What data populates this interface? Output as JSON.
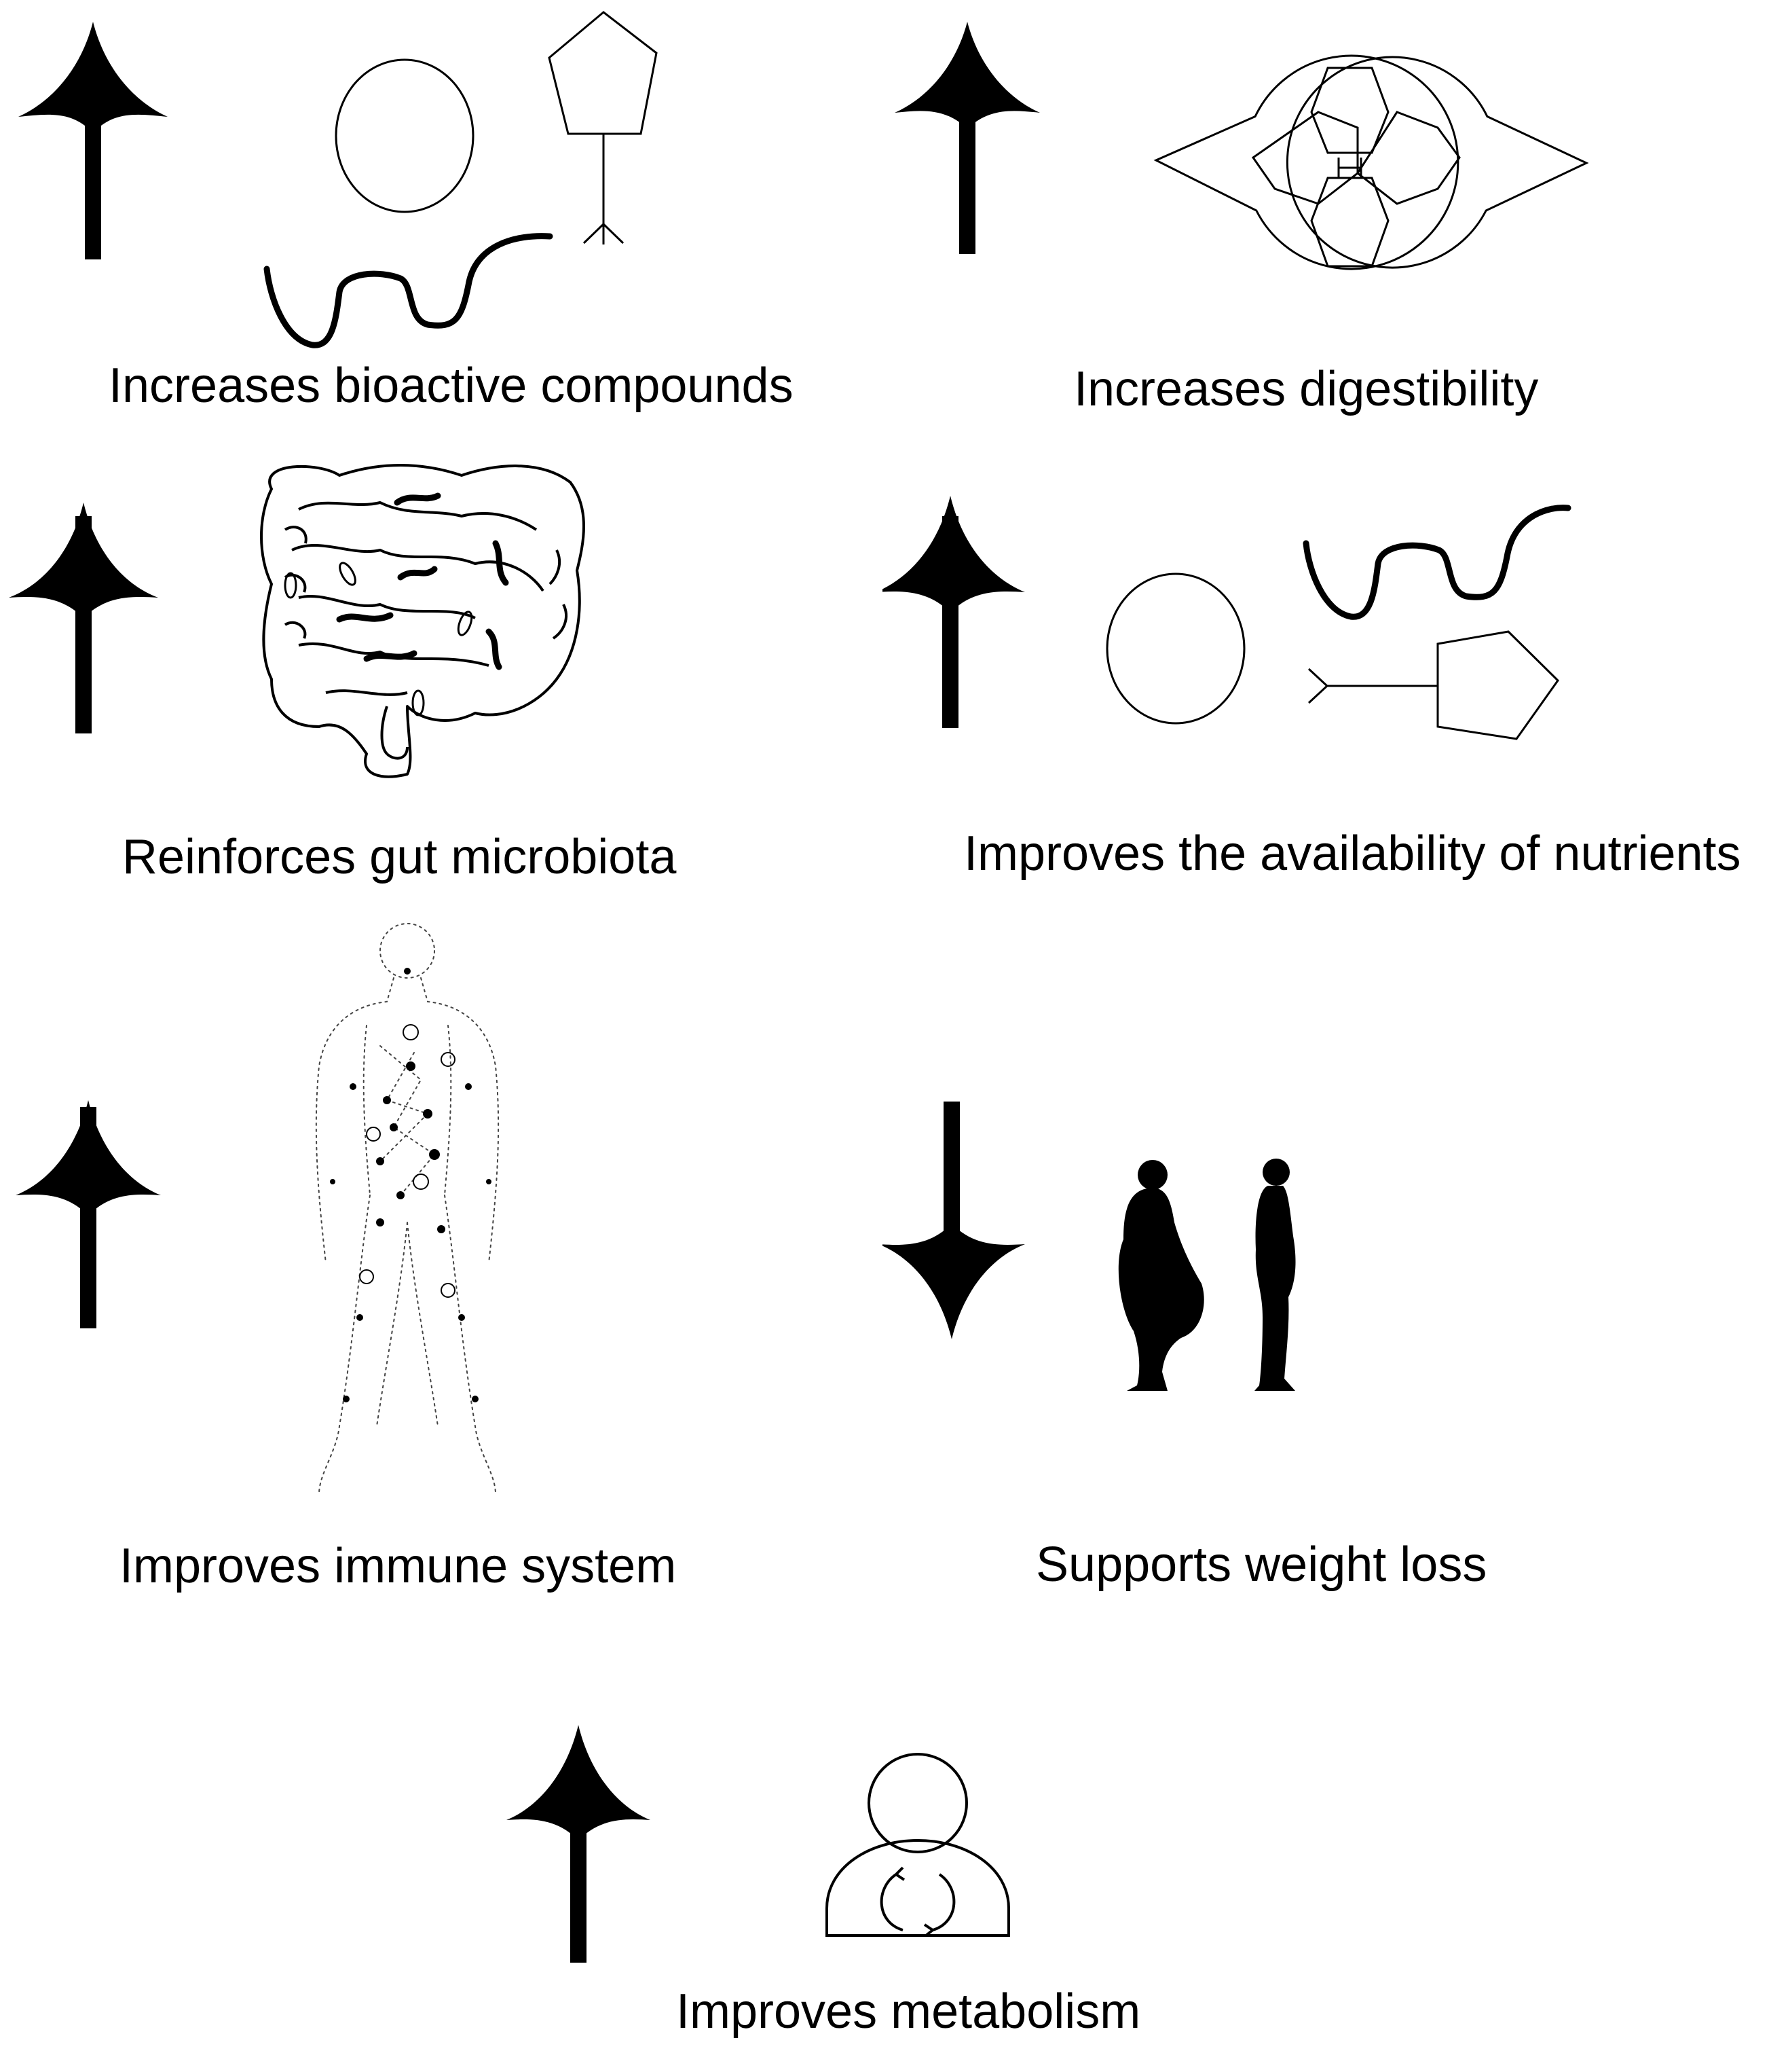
{
  "labels": {
    "bioactive": "Increases bioactive compounds",
    "digestibility": "Increases digestibility",
    "microbiota": "Reinforces gut microbiota",
    "nutrients": "Improves the availability of nutrients",
    "immune": "Improves immune system",
    "weight": "Supports weight loss",
    "metabolism": "Improves metabolism"
  },
  "arrows": {
    "bioactive": "up",
    "digestibility": "up",
    "microbiota": "up",
    "nutrients": "up",
    "immune": "up",
    "weight": "down",
    "metabolism": "up"
  },
  "icons": {
    "bioactive": [
      "circle-icon",
      "pentagon-molecule-icon",
      "wavy-chain-icon"
    ],
    "digestibility": [
      "pacman-enzyme-icon",
      "hexagon-molecule-icon"
    ],
    "microbiota": [
      "intestine-icon",
      "bacteria-icon"
    ],
    "nutrients": [
      "circle-icon",
      "wavy-chain-icon",
      "pentagon-molecule-icon"
    ],
    "immune": [
      "immune-network-body-icon"
    ],
    "weight": [
      "obese-silhouette-icon",
      "slim-silhouette-icon"
    ],
    "metabolism": [
      "person-cycle-icon"
    ]
  },
  "colors": {
    "ink": "#000000",
    "background": "#ffffff"
  }
}
